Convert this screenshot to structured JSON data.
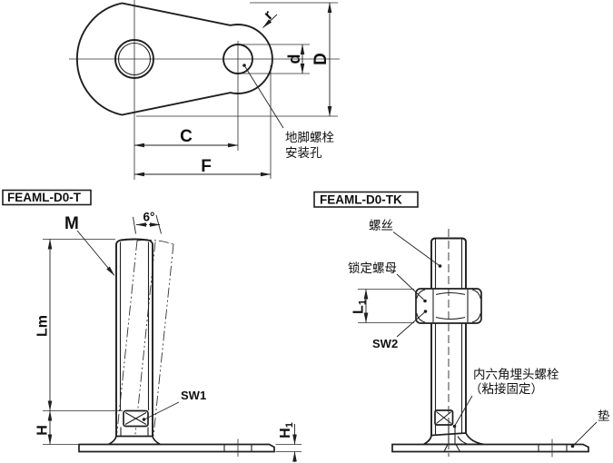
{
  "colors": {
    "line": "#1f1f1f",
    "text": "#101010",
    "background": "#ffffff"
  },
  "top_view": {
    "dim_r": "r",
    "dim_d": "d",
    "dim_D": "D",
    "dim_C": "C",
    "dim_F": "F",
    "callout": [
      "地脚螺栓",
      "安装孔"
    ]
  },
  "left_view": {
    "title": "FEAML-D0-T",
    "dim_M": "M",
    "dim_angle": "6°",
    "dim_Lm": "Lm",
    "dim_H": "H",
    "dim_H1_main": "H",
    "dim_H1_sub": "1",
    "dim_SW1": "SW1"
  },
  "right_view": {
    "title": "FEAML-D0-TK",
    "label_screw": "螺丝",
    "label_lock_nut": "锁定螺母",
    "dim_L1_main": "L",
    "dim_L1_sub": "1",
    "dim_SW2": "SW2",
    "label_bolt": [
      "内六角埋头螺栓",
      "（粘接固定）"
    ],
    "label_washer": "垫"
  }
}
